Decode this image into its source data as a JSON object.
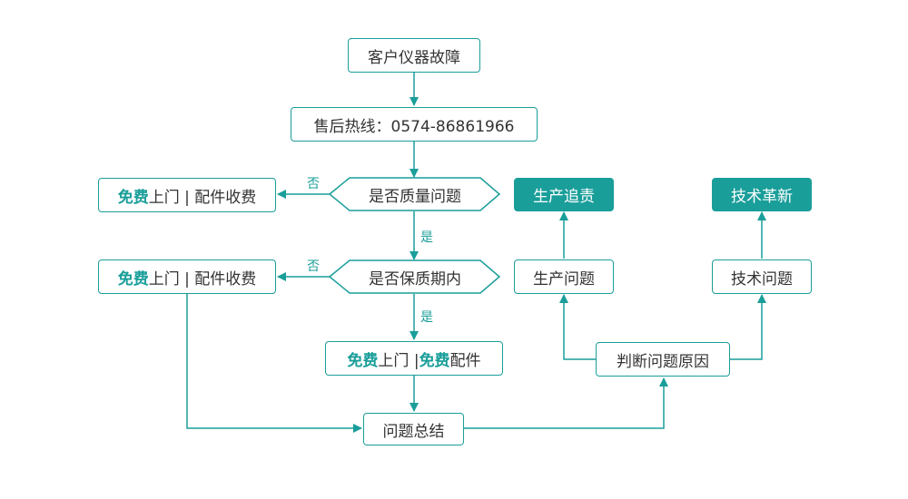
{
  "nodes": {
    "fault": "客户仪器故障",
    "hotline": "售后热线：0574-86861966",
    "q_quality": "是否质量问题",
    "q_warranty": "是否保质期内",
    "free_visit_paid_parts_1": {
      "hl": "免费",
      "rest": "上门 | 配件收费"
    },
    "free_visit_paid_parts_2": {
      "hl": "免费",
      "rest": "上门 | 配件收费"
    },
    "free_all": {
      "hl1": "免费",
      "mid": "上门 | ",
      "hl2": "免费",
      "rest": "配件"
    },
    "summary": "问题总结",
    "analyze": "判断问题原因",
    "production_issue": "生产问题",
    "production_trace": "生产追责",
    "tech_issue": "技术问题",
    "tech_innovation": "技术革新"
  },
  "edge_labels": {
    "no1": "否",
    "no2": "否",
    "yes1": "是",
    "yes2": "是"
  },
  "colors": {
    "accent": "#1a9e9a",
    "text": "#333333"
  }
}
